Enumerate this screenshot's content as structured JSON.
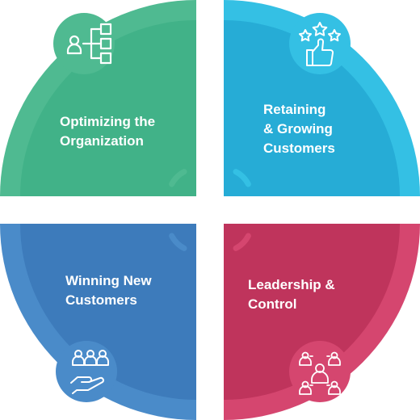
{
  "quadrants": [
    {
      "id": "tl",
      "icon": "org-chart-icon",
      "color": "#42b68c",
      "lines": [
        "Optimizing the",
        "Organization"
      ]
    },
    {
      "id": "tr",
      "icon": "thumbs-up-stars-icon",
      "color": "#2ab3d8",
      "lines": [
        "Retaining",
        "& Growing",
        "Customers"
      ]
    },
    {
      "id": "bl",
      "icon": "hand-people-icon",
      "color": "#3f80c0",
      "lines": [
        "Winning New",
        "Customers"
      ]
    },
    {
      "id": "br",
      "icon": "leader-network-icon",
      "color": "#c93a63",
      "lines": [
        "Leadership &",
        "Control"
      ]
    }
  ]
}
